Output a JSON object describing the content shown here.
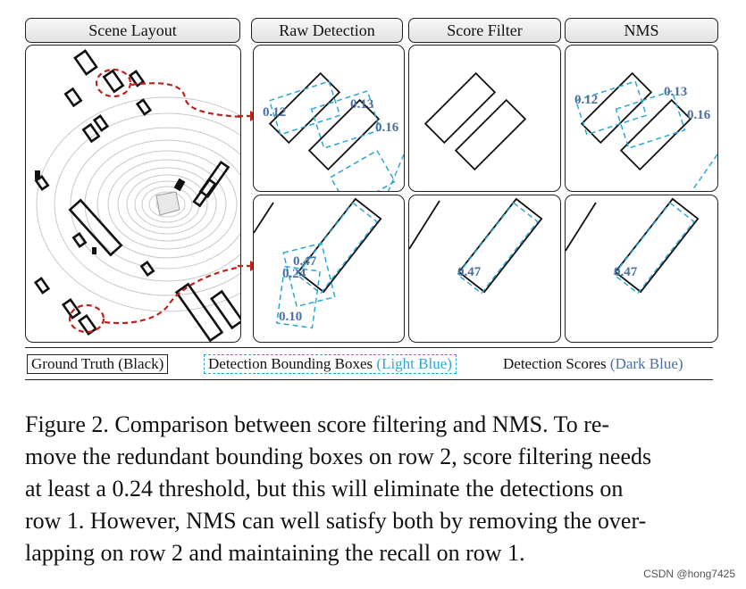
{
  "headers": {
    "scene_layout": "Scene Layout",
    "raw_detection": "Raw Detection",
    "score_filter": "Score Filter",
    "nms": "NMS"
  },
  "scores": {
    "row1_left": "0.12",
    "row1_mid": "0.13",
    "row1_right": "0.16",
    "row2_top": "0.47",
    "row2_mid": "0.24",
    "row2_low": "0.10"
  },
  "legend": {
    "ground_truth": "Ground Truth (Black)",
    "detection_boxes": "Detection Bounding Boxes",
    "detection_boxes_color": "(Light Blue)",
    "detection_scores": "Detection Scores",
    "detection_scores_color": "(Dark Blue)"
  },
  "caption_lines": [
    "Figure 2.  Comparison between score filtering and NMS. To re-",
    "move the redundant bounding boxes on row 2, score filtering needs",
    "at least a 0.24 threshold, but this will eliminate the detections on",
    "row 1. However, NMS can well satisfy both by removing the over-",
    "lapping on row 2 and maintaining the recall on row 1."
  ],
  "watermark": "CSDN @hong7425",
  "colors": {
    "ground_truth": "#111111",
    "detection_box": "#2ba7d4",
    "detection_score": "#4a6fa0",
    "highlight": "#c0201c"
  }
}
